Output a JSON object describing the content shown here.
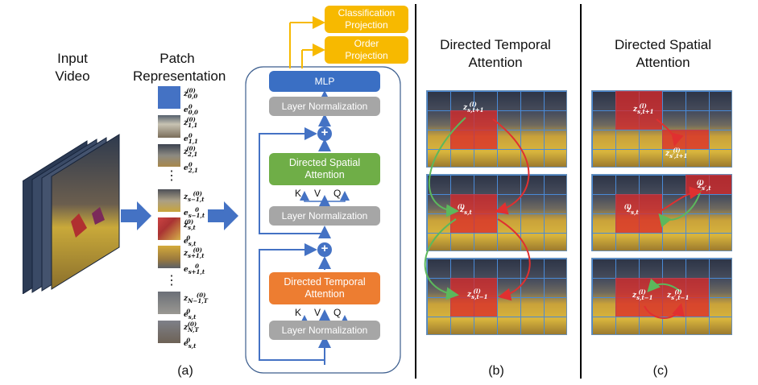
{
  "panel_a": {
    "input_video_label": "Input\nVideo",
    "patch_label": "Patch\nRepresentation",
    "caption": "(a)",
    "patch_labels": [
      {
        "z": "z",
        "zsub": "0,0",
        "zsup": "(0)",
        "e": "e",
        "esub": "0,0",
        "esup": "0"
      },
      {
        "z": "z",
        "zsub": "1,1",
        "zsup": "(0)",
        "e": "e",
        "esub": "1,1",
        "esup": "0"
      },
      {
        "z": "z",
        "zsub": "2,1",
        "zsup": "(0)",
        "e": "e",
        "esub": "2,1",
        "esup": "0"
      },
      {
        "z": "z",
        "zsub": "s−1,t",
        "zsup": "(0)",
        "e": "e",
        "esub": "s−1,t",
        "esup": "0"
      },
      {
        "z": "z",
        "zsub": "s,t",
        "zsup": "(0)",
        "e": "e",
        "esub": "s,t",
        "esup": "0"
      },
      {
        "z": "z",
        "zsub": "s+1,t",
        "zsup": "(0)",
        "e": "e",
        "esub": "s+1,t",
        "esup": "0"
      },
      {
        "z": "z",
        "zsub": "N−1,T",
        "zsup": "(0)",
        "e": "e",
        "esub": "s,t",
        "esup": "0"
      },
      {
        "z": "z",
        "zsub": "N,T",
        "zsup": "(0)",
        "e": "e",
        "esub": "s,t",
        "esup": "0"
      }
    ],
    "dots": "⋮",
    "classification": "Classification\nProjection",
    "order": "Order\nProjection",
    "mlp": "MLP",
    "layer_norm": "Layer Normalization",
    "spatial_attn": "Directed Spatial\nAttention",
    "temporal_attn": "Directed Temporal\nAttention",
    "k": "K",
    "v": "V",
    "q": "Q",
    "plus": "+"
  },
  "panel_b": {
    "title": "Directed Temporal\nAttention",
    "caption": "(b)",
    "labels": [
      {
        "main": "z",
        "sub": "s,t+1",
        "sup": "(l)"
      },
      {
        "main": "z",
        "sub": "s,t",
        "sup": "(l)"
      },
      {
        "main": "z",
        "sub": "s,t−1",
        "sup": "(l)"
      }
    ]
  },
  "panel_c": {
    "title": "Directed Spatial\nAttention",
    "caption": "(c)",
    "labels": [
      {
        "main": "z",
        "sub": "s,t+1",
        "sup": "(l)"
      },
      {
        "main": "z",
        "sub": "s′,t+1",
        "sup": "(l)"
      },
      {
        "main": "z",
        "sub": "s′,t",
        "sup": "(l)"
      },
      {
        "main": "z",
        "sub": "s,t",
        "sup": "(l)"
      },
      {
        "main": "z",
        "sub": "s,t−1",
        "sup": "(l)"
      },
      {
        "main": "z",
        "sub": "s′,t−1",
        "sup": "(l)"
      }
    ]
  },
  "colors": {
    "blue_arrow": "#4472c4",
    "mlp": "#3a6fc4",
    "layer_norm": "#a6a6a6",
    "spatial": "#6fae47",
    "temporal": "#ed7d31",
    "projection": "#f7b900",
    "green_curve": "#5cb85c",
    "red_curve": "#e03030"
  }
}
